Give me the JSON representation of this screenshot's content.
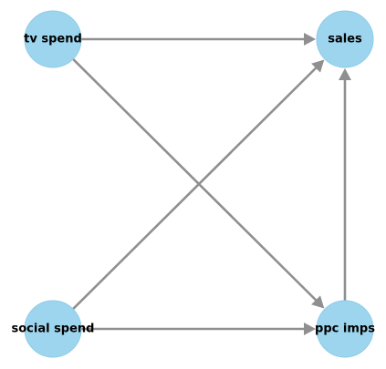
{
  "nodes": [
    {
      "id": "tv_spend",
      "label": "tv spend"
    },
    {
      "id": "sales",
      "label": "sales"
    },
    {
      "id": "social_spend",
      "label": "social spend"
    },
    {
      "id": "ppc_imps",
      "label": "ppc imps"
    }
  ],
  "edges": [
    {
      "from": "tv_spend",
      "to": "sales"
    },
    {
      "from": "tv_spend",
      "to": "ppc_imps"
    },
    {
      "from": "social_spend",
      "to": "sales"
    },
    {
      "from": "social_spend",
      "to": "ppc_imps"
    },
    {
      "from": "ppc_imps",
      "to": "sales"
    }
  ],
  "colors": {
    "node_fill": "#9dd5ee",
    "edge": "#8f8f8f",
    "label": "#000000"
  }
}
